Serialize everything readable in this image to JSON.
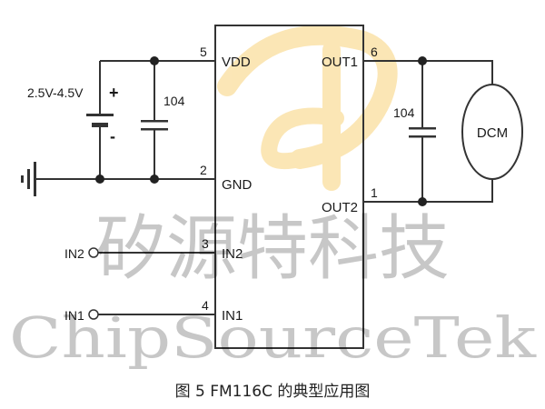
{
  "ic": {
    "pins": [
      {
        "num": "5",
        "name": "VDD"
      },
      {
        "num": "2",
        "name": "GND"
      },
      {
        "num": "3",
        "name": "IN2"
      },
      {
        "num": "4",
        "name": "IN1"
      },
      {
        "num": "6",
        "name": "OUT1"
      },
      {
        "num": "1",
        "name": "OUT2"
      }
    ]
  },
  "supply": {
    "voltage": "2.5V-4.5V",
    "plus": "+",
    "minus": "-",
    "cap_value": "104"
  },
  "output": {
    "cap_value": "104",
    "motor": "DCM"
  },
  "inputs": {
    "in2": "IN2",
    "in1": "IN1"
  },
  "watermark": {
    "cn": "矽源特科技",
    "en": "ChipSourceTek",
    "logo_text": "ST",
    "logo_color": "#f8d27a"
  },
  "caption": "图 5   FM116C 的典型应用图",
  "colors": {
    "wire": "#333333",
    "junction": "#222222"
  }
}
